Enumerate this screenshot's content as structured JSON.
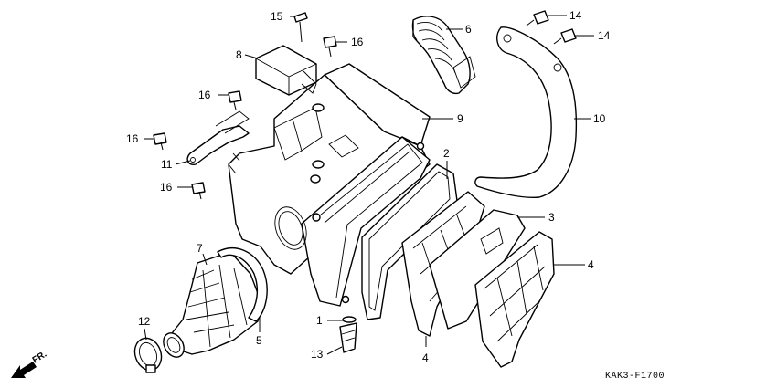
{
  "callouts": [
    {
      "id": "c15",
      "label": "15"
    },
    {
      "id": "c6",
      "label": "6"
    },
    {
      "id": "c14a",
      "label": "14"
    },
    {
      "id": "c14b",
      "label": "14"
    },
    {
      "id": "c16a",
      "label": "16"
    },
    {
      "id": "c8",
      "label": "8"
    },
    {
      "id": "c16b",
      "label": "16"
    },
    {
      "id": "c9",
      "label": "9"
    },
    {
      "id": "c10",
      "label": "10"
    },
    {
      "id": "c16c",
      "label": "16"
    },
    {
      "id": "c11",
      "label": "11"
    },
    {
      "id": "c2",
      "label": "2"
    },
    {
      "id": "c16d",
      "label": "16"
    },
    {
      "id": "c3",
      "label": "3"
    },
    {
      "id": "c7",
      "label": "7"
    },
    {
      "id": "c4a",
      "label": "4"
    },
    {
      "id": "c12",
      "label": "12"
    },
    {
      "id": "c1",
      "label": "1"
    },
    {
      "id": "c5",
      "label": "5"
    },
    {
      "id": "c13",
      "label": "13"
    },
    {
      "id": "c4b",
      "label": "4"
    }
  ],
  "front_marker": "FR.",
  "diagram_code": "KAK3-F1700"
}
